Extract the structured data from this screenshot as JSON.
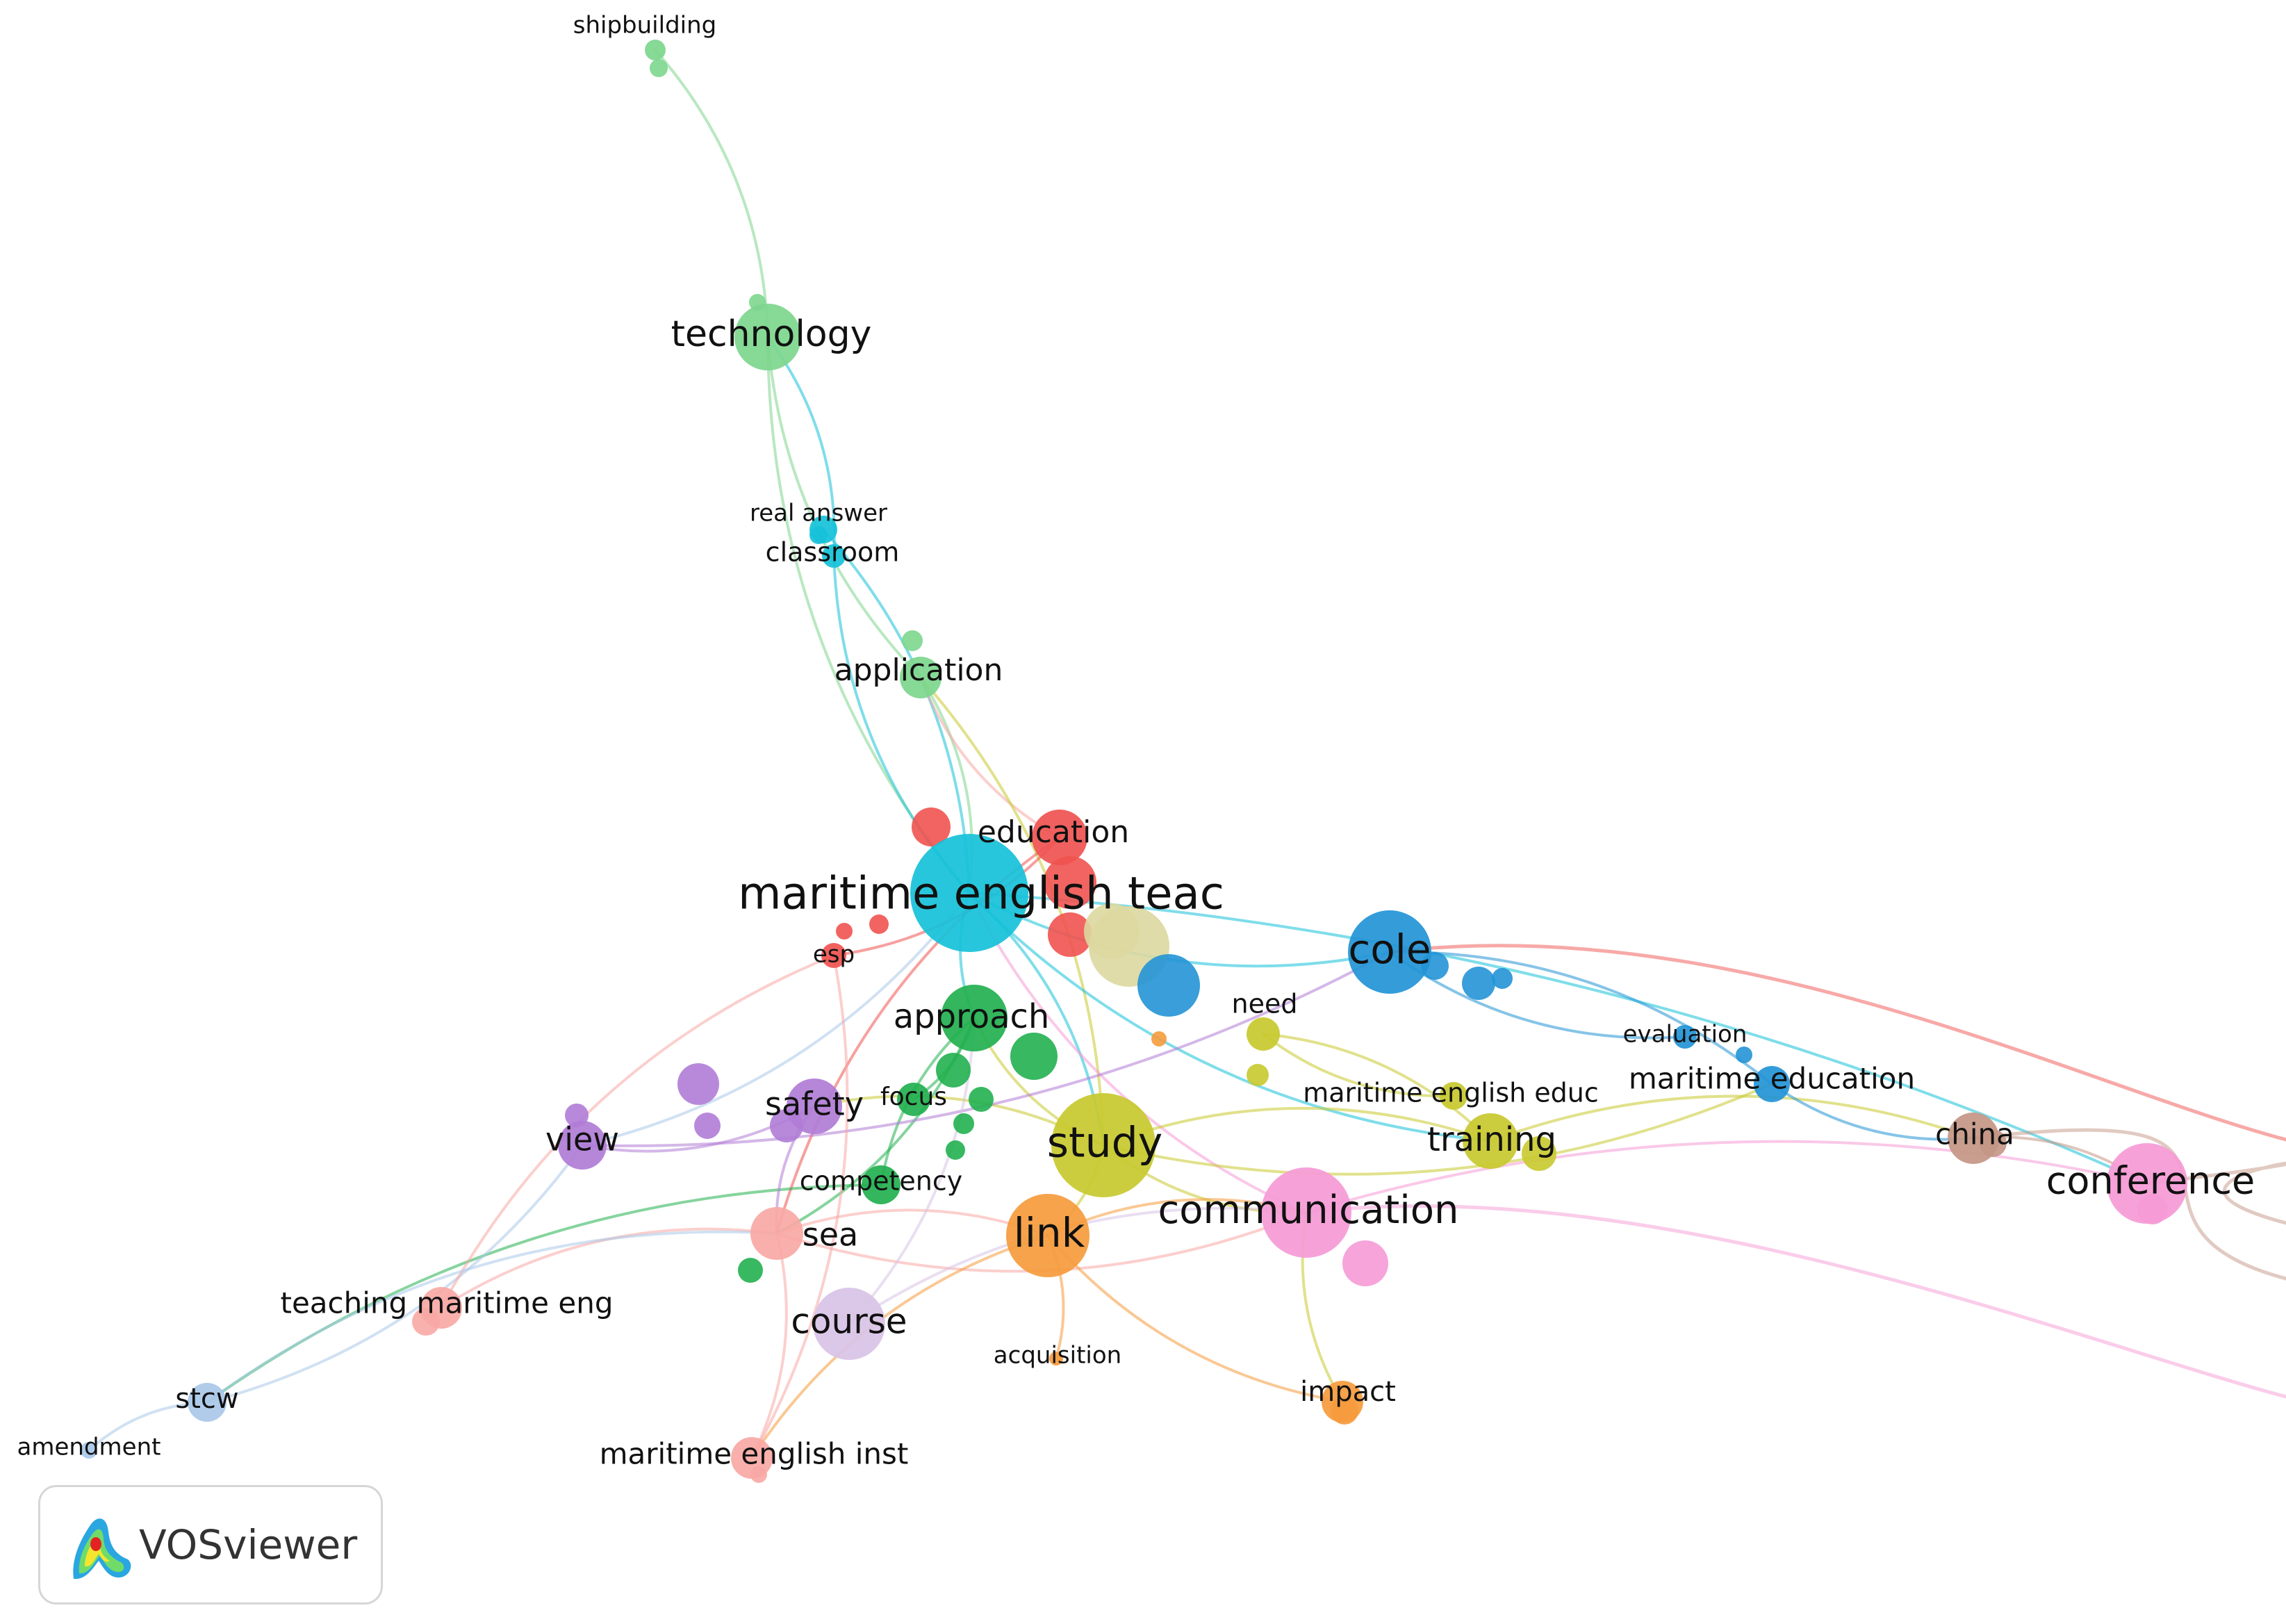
{
  "colors": {
    "red": "#ef5350",
    "green": "#22b04f",
    "light_green": "#7dd68d",
    "cyan": "#16c1d9",
    "blue": "#2394d6",
    "olive": "#c8c92e",
    "pale_olive": "#ddd8a0",
    "orange": "#f59b3d",
    "pink": "#f59ad6",
    "purple": "#b07cd6",
    "lavender": "#d8c3e6",
    "salmon": "#f8a8a4",
    "brown": "#c49686",
    "light_blue": "#a9c8e8"
  },
  "terms": [
    {
      "id": "shipbuilding",
      "label": "shipbuilding",
      "color": "light_green"
    },
    {
      "id": "technology",
      "label": "technology",
      "color": "light_green"
    },
    {
      "id": "real_answer",
      "label": "real answer",
      "color": "cyan"
    },
    {
      "id": "classroom",
      "label": "classroom",
      "color": "cyan"
    },
    {
      "id": "application",
      "label": "application",
      "color": "light_green"
    },
    {
      "id": "education",
      "label": "education",
      "color": "red"
    },
    {
      "id": "maritime_english_teac",
      "label": "maritime english teac",
      "color": "cyan"
    },
    {
      "id": "esp",
      "label": "esp",
      "color": "red"
    },
    {
      "id": "cole",
      "label": "cole",
      "color": "blue"
    },
    {
      "id": "need",
      "label": "need",
      "color": "olive"
    },
    {
      "id": "approach",
      "label": "approach",
      "color": "green"
    },
    {
      "id": "evaluation",
      "label": "evaluation",
      "color": "blue"
    },
    {
      "id": "maritime_education",
      "label": "maritime education",
      "color": "blue"
    },
    {
      "id": "maritime_english_educ",
      "label": "maritime english educ",
      "color": "olive"
    },
    {
      "id": "focus",
      "label": "focus",
      "color": "green"
    },
    {
      "id": "safety",
      "label": "safety",
      "color": "purple"
    },
    {
      "id": "view",
      "label": "view",
      "color": "purple"
    },
    {
      "id": "study",
      "label": "study",
      "color": "olive"
    },
    {
      "id": "training",
      "label": "training",
      "color": "olive"
    },
    {
      "id": "china",
      "label": "china",
      "color": "brown"
    },
    {
      "id": "conference",
      "label": "conference",
      "color": "pink"
    },
    {
      "id": "competency",
      "label": "competency",
      "color": "green"
    },
    {
      "id": "communication",
      "label": "communication",
      "color": "pink"
    },
    {
      "id": "link",
      "label": "link",
      "color": "orange"
    },
    {
      "id": "sea",
      "label": "sea",
      "color": "salmon"
    },
    {
      "id": "teaching_maritime_eng",
      "label": "teaching maritime eng",
      "color": "salmon"
    },
    {
      "id": "course",
      "label": "course",
      "color": "lavender"
    },
    {
      "id": "acquisition",
      "label": "acquisition",
      "color": "orange"
    },
    {
      "id": "impact",
      "label": "impact",
      "color": "orange"
    },
    {
      "id": "stcw",
      "label": "stcw",
      "color": "light_blue"
    },
    {
      "id": "amendment",
      "label": "amendment",
      "color": "light_blue"
    },
    {
      "id": "maritime_english_inst",
      "label": "maritime english inst",
      "color": "salmon"
    }
  ],
  "links": [
    {
      "source": "shipbuilding",
      "target": "technology",
      "color": "light_green"
    },
    {
      "source": "technology",
      "target": "application",
      "color": "light_green"
    },
    {
      "source": "technology",
      "target": "classroom",
      "color": "cyan"
    },
    {
      "source": "technology",
      "target": "maritime_english_teac",
      "color": "light_green"
    },
    {
      "source": "real_answer",
      "target": "maritime_english_teac",
      "color": "cyan"
    },
    {
      "source": "classroom",
      "target": "maritime_english_teac",
      "color": "cyan"
    },
    {
      "source": "application",
      "target": "maritime_english_teac",
      "color": "light_green"
    },
    {
      "source": "application",
      "target": "education",
      "color": "salmon"
    },
    {
      "source": "application",
      "target": "study",
      "color": "olive"
    },
    {
      "source": "maritime_english_teac",
      "target": "cole",
      "color": "cyan"
    },
    {
      "source": "maritime_english_teac",
      "target": "conference",
      "color": "cyan"
    },
    {
      "source": "maritime_english_teac",
      "target": "approach",
      "color": "cyan"
    },
    {
      "source": "maritime_english_teac",
      "target": "study",
      "color": "cyan"
    },
    {
      "source": "maritime_english_teac",
      "target": "training",
      "color": "cyan"
    },
    {
      "source": "maritime_english_teac",
      "target": "view",
      "color": "light_blue"
    },
    {
      "source": "maritime_english_teac",
      "target": "communication",
      "color": "pink"
    },
    {
      "source": "education",
      "target": "esp",
      "color": "red"
    },
    {
      "source": "education",
      "target": "sea",
      "color": "red"
    },
    {
      "source": "cole",
      "target": "maritime_education",
      "color": "blue"
    },
    {
      "source": "cole",
      "target": "evaluation",
      "color": "blue"
    },
    {
      "source": "need",
      "target": "training",
      "color": "olive"
    },
    {
      "source": "need",
      "target": "maritime_english_educ",
      "color": "olive"
    },
    {
      "source": "study",
      "target": "approach",
      "color": "olive"
    },
    {
      "source": "study",
      "target": "safety",
      "color": "olive"
    },
    {
      "source": "study",
      "target": "link",
      "color": "olive"
    },
    {
      "source": "study",
      "target": "communication",
      "color": "olive"
    },
    {
      "source": "study",
      "target": "training",
      "color": "olive"
    },
    {
      "source": "study",
      "target": "maritime_education",
      "color": "olive"
    },
    {
      "source": "approach",
      "target": "focus",
      "color": "green"
    },
    {
      "source": "approach",
      "target": "competency",
      "color": "green"
    },
    {
      "source": "approach",
      "target": "sea",
      "color": "green"
    },
    {
      "source": "competency",
      "target": "stcw",
      "color": "green"
    },
    {
      "source": "safety",
      "target": "view",
      "color": "purple"
    },
    {
      "source": "safety",
      "target": "sea",
      "color": "purple"
    },
    {
      "source": "view",
      "target": "stcw",
      "color": "light_blue"
    },
    {
      "source": "view",
      "target": "cole",
      "color": "purple"
    },
    {
      "source": "sea",
      "target": "link",
      "color": "salmon"
    },
    {
      "source": "sea",
      "target": "teaching_maritime_eng",
      "color": "salmon"
    },
    {
      "source": "sea",
      "target": "maritime_english_inst",
      "color": "salmon"
    },
    {
      "source": "sea",
      "target": "communication",
      "color": "salmon"
    },
    {
      "source": "esp",
      "target": "maritime_english_inst",
      "color": "salmon"
    },
    {
      "source": "esp",
      "target": "teaching_maritime_eng",
      "color": "salmon"
    },
    {
      "source": "link",
      "target": "communication",
      "color": "orange"
    },
    {
      "source": "link",
      "target": "impact",
      "color": "orange"
    },
    {
      "source": "link",
      "target": "acquisition",
      "color": "orange"
    },
    {
      "source": "link",
      "target": "maritime_english_inst",
      "color": "orange"
    },
    {
      "source": "communication",
      "target": "conference",
      "color": "pink"
    },
    {
      "source": "communication",
      "target": "impact",
      "color": "olive"
    },
    {
      "source": "course",
      "target": "communication",
      "color": "lavender"
    },
    {
      "source": "course",
      "target": "approach",
      "color": "lavender"
    },
    {
      "source": "training",
      "target": "china",
      "color": "olive"
    },
    {
      "source": "maritime_education",
      "target": "china",
      "color": "blue"
    },
    {
      "source": "china",
      "target": "conference",
      "color": "brown"
    },
    {
      "source": "stcw",
      "target": "amendment",
      "color": "light_blue"
    },
    {
      "source": "stcw",
      "target": "sea",
      "color": "light_blue"
    }
  ],
  "logo": {
    "text": "VOSviewer"
  }
}
